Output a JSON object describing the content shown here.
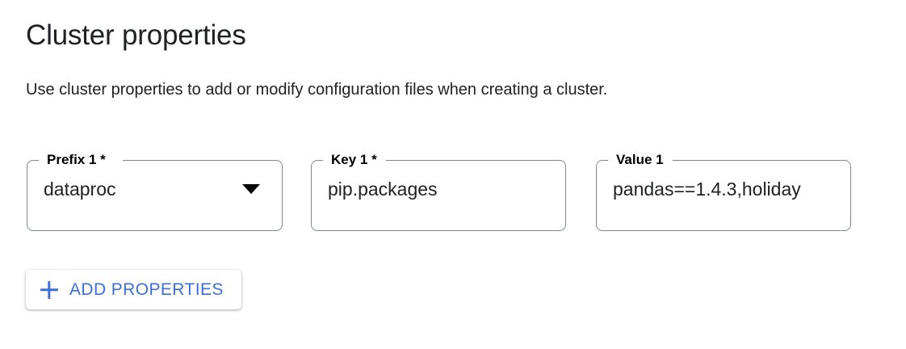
{
  "section": {
    "title": "Cluster properties",
    "description": "Use cluster properties to add or modify configuration files when creating a cluster."
  },
  "fields": [
    {
      "label": "Prefix 1 *",
      "value": "dataproc",
      "type": "select",
      "required": true,
      "icon": "chevron-down-icon"
    },
    {
      "label": "Key 1 *",
      "value": "pip.packages",
      "type": "text",
      "required": true
    },
    {
      "label": "Value 1",
      "value": "pandas==1.4.3,holiday",
      "type": "text",
      "required": false
    }
  ],
  "actions": {
    "add_properties_label": "ADD PROPERTIES",
    "add_properties_icon": "plus-icon"
  },
  "colors": {
    "accent_blue": "#3c6fd6",
    "text_primary": "#202124",
    "field_border": "#80868b",
    "background": "#ffffff"
  }
}
